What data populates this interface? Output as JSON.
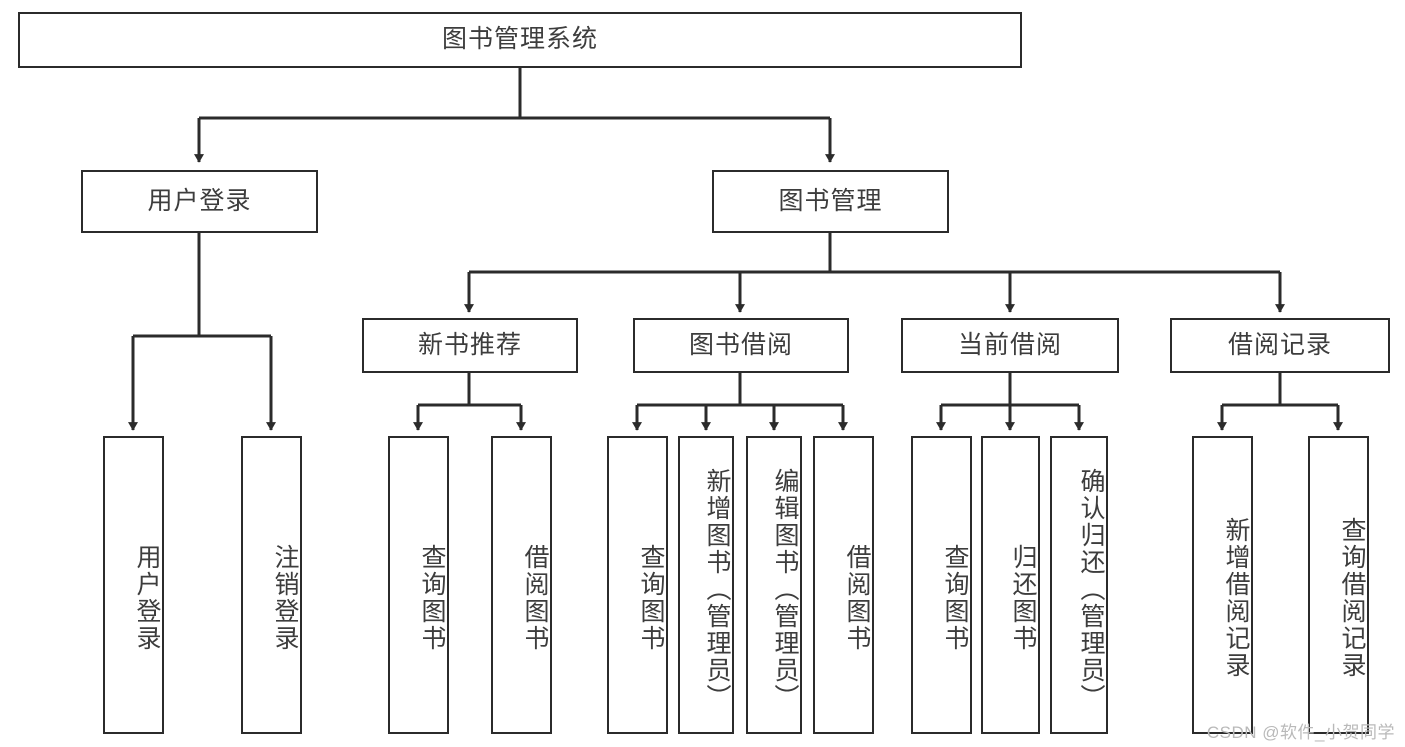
{
  "diagram": {
    "title": "图书管理系统",
    "type": "functional-structure-tree",
    "root": {
      "id": "root",
      "label": "图书管理系统"
    },
    "level2": [
      {
        "id": "user-login",
        "label": "用户登录"
      },
      {
        "id": "book-management",
        "label": "图书管理"
      }
    ],
    "level3": [
      {
        "id": "new-book-recommend",
        "label": "新书推荐"
      },
      {
        "id": "book-borrow",
        "label": "图书借阅"
      },
      {
        "id": "current-borrow",
        "label": "当前借阅"
      },
      {
        "id": "borrow-record",
        "label": "借阅记录"
      }
    ],
    "leaves": {
      "user_login": [
        {
          "id": "leaf-user-login",
          "label": "用户登录"
        },
        {
          "id": "leaf-logout-login",
          "label": "注销登录"
        }
      ],
      "new_book_recommend": [
        {
          "id": "leaf-query-book-1",
          "label": "查询图书"
        },
        {
          "id": "leaf-borrow-book-1",
          "label": "借阅图书"
        }
      ],
      "book_borrow": [
        {
          "id": "leaf-query-book-2",
          "label": "查询图书"
        },
        {
          "id": "leaf-add-book-admin",
          "label": "新增图书（管理员）"
        },
        {
          "id": "leaf-edit-book-admin",
          "label": "编辑图书（管理员）"
        },
        {
          "id": "leaf-borrow-book-2",
          "label": "借阅图书"
        }
      ],
      "current_borrow": [
        {
          "id": "leaf-query-book-3",
          "label": "查询图书"
        },
        {
          "id": "leaf-return-book",
          "label": "归还图书"
        },
        {
          "id": "leaf-confirm-return-admin",
          "label": "确认归还（管理员）"
        }
      ],
      "borrow_record": [
        {
          "id": "leaf-add-borrow-record",
          "label": "新增借阅记录"
        },
        {
          "id": "leaf-query-borrow-record",
          "label": "查询借阅记录"
        }
      ]
    }
  },
  "watermark": {
    "text": "CSDN @软件_小贺同学"
  },
  "colors": {
    "stroke": "#2b2b2b",
    "text": "#3d3d3d",
    "background": "#ffffff",
    "watermark": "#b9b9b9"
  }
}
